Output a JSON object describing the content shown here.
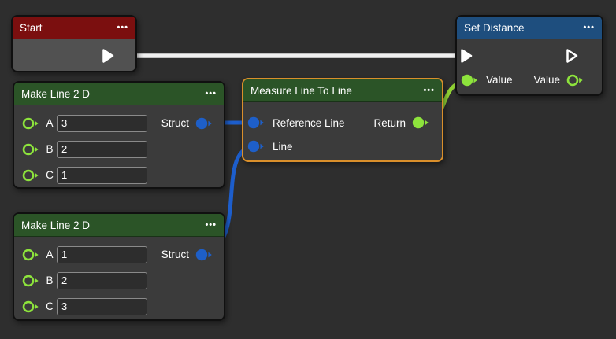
{
  "app": {
    "type": "visual-scripting-node-graph",
    "background_color": "#2e2e2e"
  },
  "icons": {
    "menu_glyph": "•••",
    "exec_pin": "play-triangle",
    "data_pin": "circle-with-arrow"
  },
  "colors": {
    "canvas_bg": "#2e2e2e",
    "node_body": "#3b3b3b",
    "start_body": "#515151",
    "header_red": "#7b0f0f",
    "header_green": "#2b5427",
    "header_blue": "#1e4e7e",
    "selection_border": "#d98f2b",
    "pin_green": "#8de33c",
    "pin_blue": "#1e5fc8",
    "wire_exec": "#f0f0f0",
    "wire_blue": "#1d5ecc",
    "wire_green": "#92d435"
  },
  "nodes": [
    {
      "title": "Start"
    },
    {
      "title": "Make Line 2 D",
      "inputs": [
        {
          "label": "A",
          "value": "3"
        },
        {
          "label": "B",
          "value": "2"
        },
        {
          "label": "C",
          "value": "1"
        }
      ],
      "output_label": "Struct"
    },
    {
      "title": "Measure Line To Line",
      "selected": true,
      "inputs": [
        {
          "label": "Reference Line"
        },
        {
          "label": "Line"
        }
      ],
      "output_label": "Return"
    },
    {
      "title": "Set Distance",
      "input_label": "Value",
      "output_label": "Value"
    },
    {
      "title": "Make Line 2 D",
      "inputs": [
        {
          "label": "A",
          "value": "1"
        },
        {
          "label": "B",
          "value": "2"
        },
        {
          "label": "C",
          "value": "3"
        }
      ],
      "output_label": "Struct"
    }
  ],
  "wires": [
    {
      "name": "exec-start-to-setdistance",
      "color": "#f0f0f0"
    },
    {
      "name": "struct-top-to-reference-line",
      "color": "#1d5ecc"
    },
    {
      "name": "struct-bottom-to-line",
      "color": "#1d5ecc"
    },
    {
      "name": "return-to-value",
      "color": "#92d435"
    }
  ]
}
